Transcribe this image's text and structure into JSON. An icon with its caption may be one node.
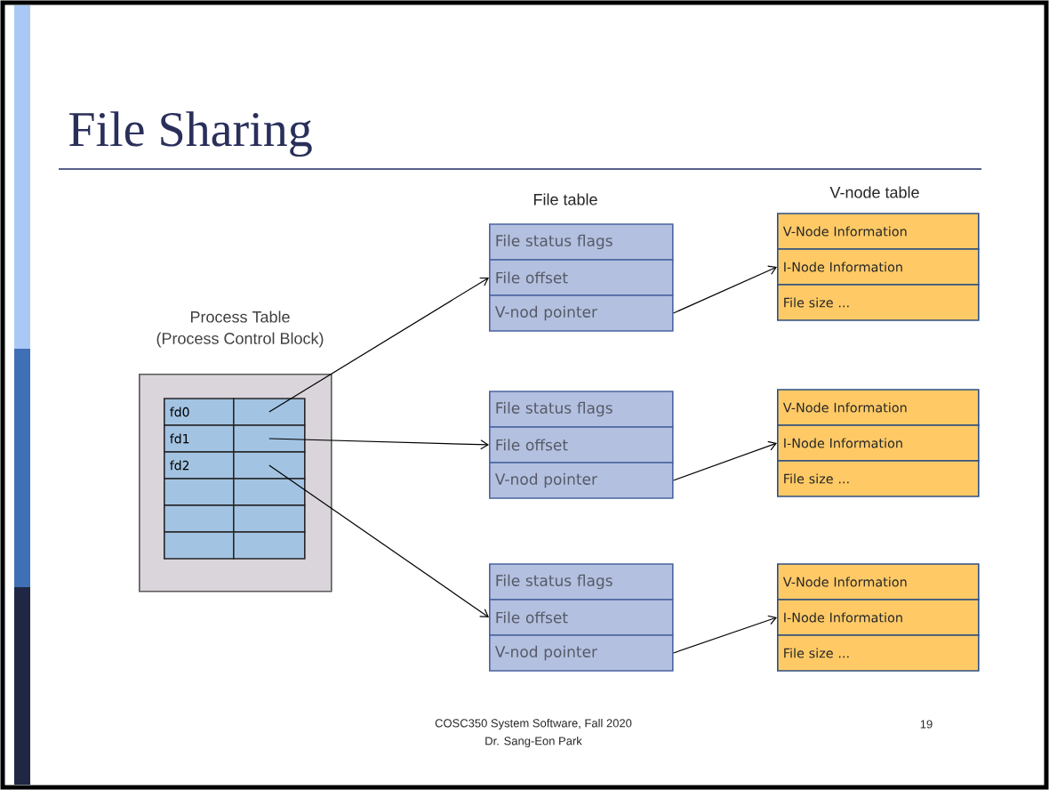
{
  "diagram": {
    "title": "File Sharing",
    "nodes": [
      {
        "text": [
          "Process Table",
          "(Process Control Block)"
        ]
      },
      {
        "text": [
          "fd0"
        ],
        "in": 0
      },
      {
        "text": [],
        "shape": "box",
        "in": 0
      },
      {
        "text": [
          "fd1"
        ],
        "in": 0
      },
      {
        "text": [],
        "shape": "box",
        "in": 0
      },
      {
        "text": [
          "fd2"
        ],
        "in": 0
      },
      {
        "text": [],
        "shape": "box",
        "in": 0
      },
      {
        "text": [],
        "shape": "box",
        "in": 0
      },
      {
        "text": [],
        "shape": "box",
        "in": 0
      },
      {
        "text": [],
        "shape": "box",
        "in": 0
      },
      {
        "text": [],
        "shape": "box",
        "in": 0
      },
      {
        "text": [],
        "shape": "box",
        "in": 0
      },
      {
        "text": [],
        "shape": "box",
        "in": 0
      },
      {
        "text": [
          "File status flags"
        ]
      },
      {
        "text": [
          "File offset"
        ]
      },
      {
        "text": [
          "V-nod pointer"
        ]
      },
      {
        "text": [
          "File status flags"
        ]
      },
      {
        "text": [
          "File offset"
        ]
      },
      {
        "text": [
          "V-nod pointer"
        ]
      },
      {
        "text": [
          "File status flags"
        ]
      },
      {
        "text": [
          "File offset"
        ]
      },
      {
        "text": [
          "V-nod pointer"
        ]
      },
      {
        "text": [
          "V-Node Information"
        ]
      },
      {
        "text": [
          "I-Node Information"
        ]
      },
      {
        "text": [
          "File size ..."
        ]
      },
      {
        "text": [
          "V-Node Information"
        ]
      },
      {
        "text": [
          "I-Node Information"
        ]
      },
      {
        "text": [
          "File size ..."
        ]
      },
      {
        "text": [
          "V-Node Information"
        ]
      },
      {
        "text": [
          "I-Node Information"
        ]
      },
      {
        "text": [
          "File size ..."
        ]
      }
    ],
    "edges": [
      {
        "from": 2,
        "to": 14,
        "arrow": "to"
      },
      {
        "from": 4,
        "to": 17,
        "arrow": "to"
      },
      {
        "from": 6,
        "to": 20,
        "arrow": "to"
      },
      {
        "from": 15,
        "to": 23,
        "arrow": "to"
      },
      {
        "from": 18,
        "to": 26,
        "arrow": "to"
      },
      {
        "from": 21,
        "to": 29,
        "arrow": "to"
      }
    ],
    "labels": [
      "File table",
      "V-node table",
      "COSC350 System Software, Fall 2020",
      "Dr. Sang-Eon Park",
      "19"
    ]
  }
}
